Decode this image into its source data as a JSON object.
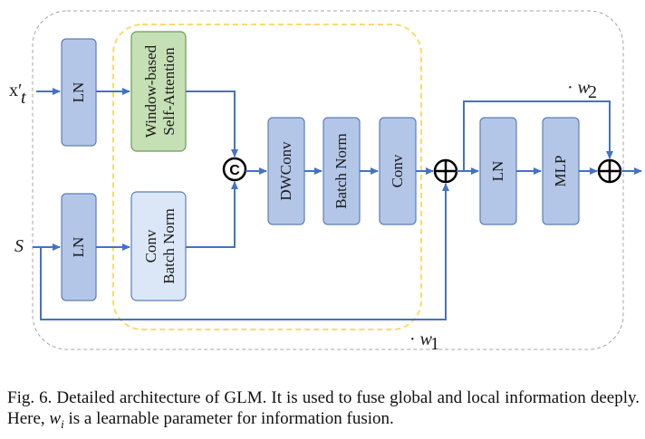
{
  "diagram": {
    "inputs": {
      "x_base": "x",
      "x_prime": "′",
      "x_sub": "t",
      "s": "S"
    },
    "blocks": {
      "ln_top": "LN",
      "ln_bottom": "LN",
      "wsa_line1": "Window-based",
      "wsa_line2": "Self-Attention",
      "cbn_line1": "Conv",
      "cbn_line2": "Batch Norm",
      "dwconv": "DWConv",
      "batchnorm": "Batch Norm",
      "conv": "Conv",
      "ln_right": "LN",
      "mlp": "MLP"
    },
    "concat_symbol": "C",
    "weights": {
      "dot": "·",
      "w_letter": "w",
      "w1_sub": "1",
      "w2_sub": "2"
    }
  },
  "caption": {
    "prefix": "Fig. 6.   Detailed architecture of GLM. It is used to fuse global and local information deeply. Here, ",
    "w_letter": "w",
    "w_sub": "i",
    "suffix": " is a learnable parameter for information fusion."
  },
  "colors": {
    "blue_block": "#b4c6e7",
    "green_block": "#c5e0b4",
    "light_blue_block": "#dbe7f7",
    "arrow": "#4472c4",
    "dashed_yellow": "#ffd966",
    "outer_dashed": "#a6a6a6"
  }
}
